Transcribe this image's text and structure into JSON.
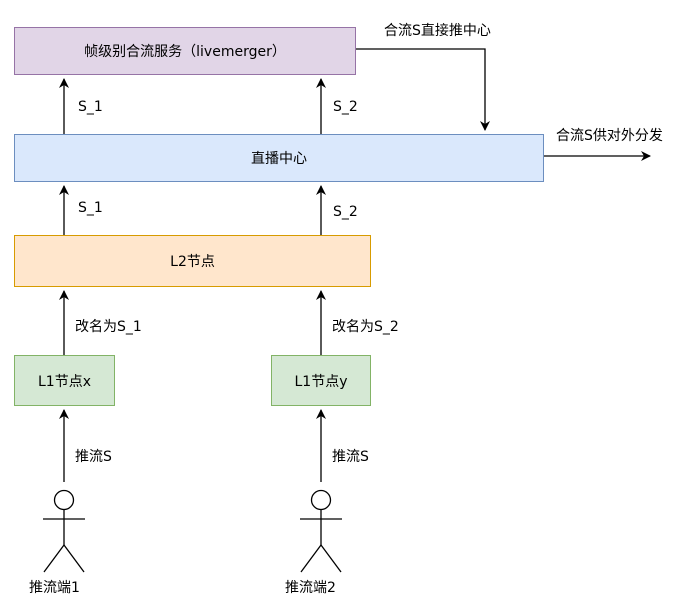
{
  "boxes": {
    "livemerger": "帧级别合流服务（livemerger）",
    "live_center": "直播中心",
    "l2_node": "L2节点",
    "l1_node_x": "L1节点x",
    "l1_node_y": "L1节点y"
  },
  "edges": {
    "s1_upper": "S_1",
    "s2_upper": "S_2",
    "merged_push": "合流S直接推中心",
    "distribute": "合流S供对外分发",
    "s1_lower": "S_1",
    "s2_lower": "S_2",
    "rename_1": "改名为S_1",
    "rename_2": "改名为S_2",
    "push_1": "推流S",
    "push_2": "推流S"
  },
  "actors": {
    "client_1": "推流端1",
    "client_2": "推流端2"
  },
  "colors": {
    "livemerger_fill": "#e1d5e7",
    "livemerger_border": "#9673a6",
    "center_fill": "#dae8fc",
    "center_border": "#6c8ebf",
    "l2_fill": "#ffe6cc",
    "l2_border": "#d79b00",
    "l1_fill": "#d5e8d4",
    "l1_border": "#82b366"
  }
}
